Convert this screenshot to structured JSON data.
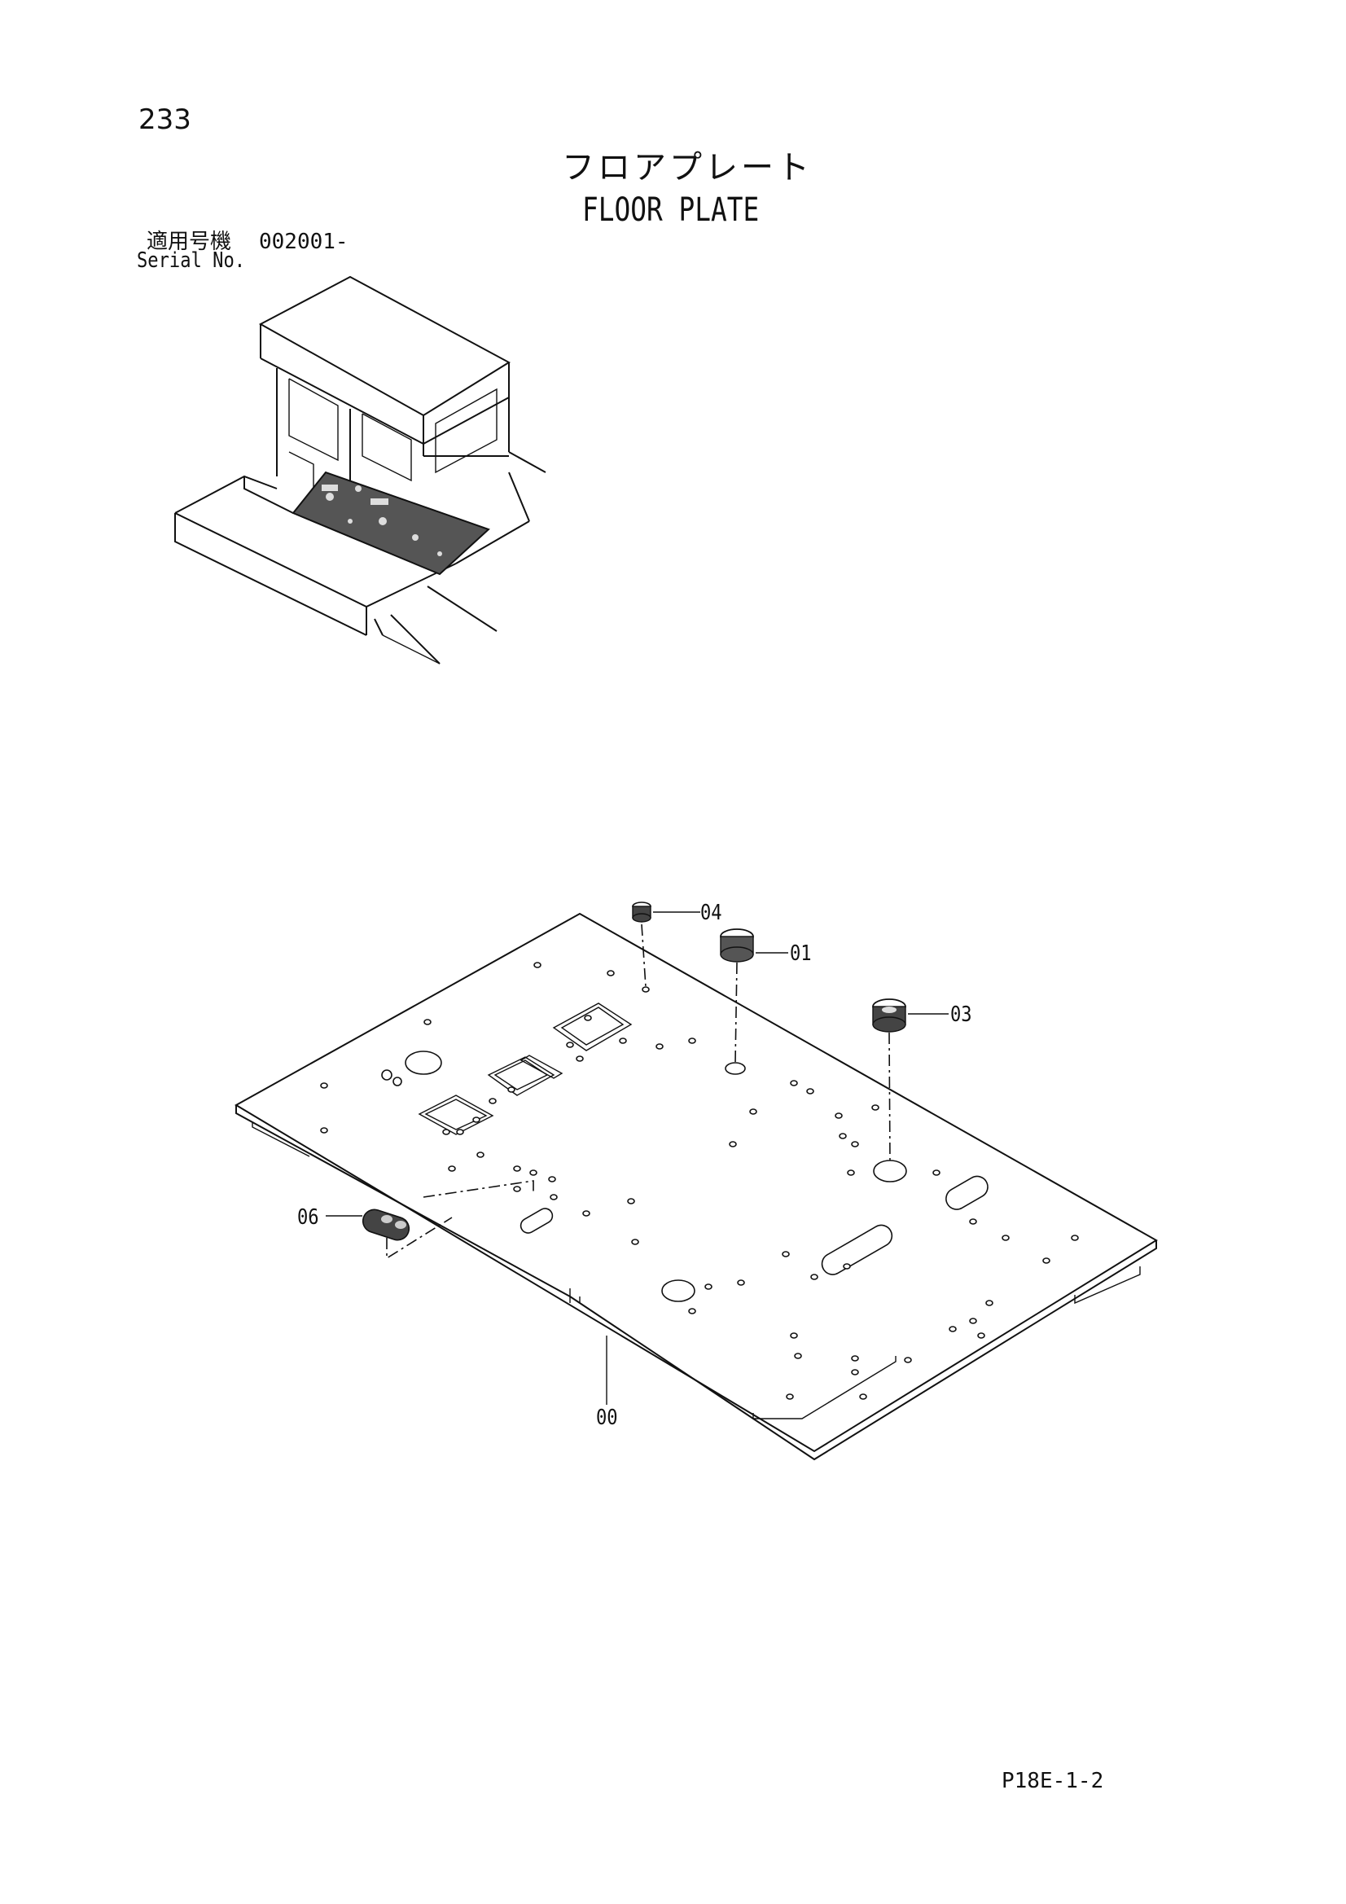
{
  "page": {
    "number": "233",
    "title_ja": "フロアプレート",
    "title_en": "FLOOR PLATE",
    "serial_label_ja": "適用号機",
    "serial_label_en": "Serial No.",
    "serial_range": "002001-",
    "code": "P18E-1-2"
  },
  "callouts": {
    "part_00": "00",
    "part_01": "01",
    "part_03": "03",
    "part_04": "04",
    "part_06": "06"
  }
}
